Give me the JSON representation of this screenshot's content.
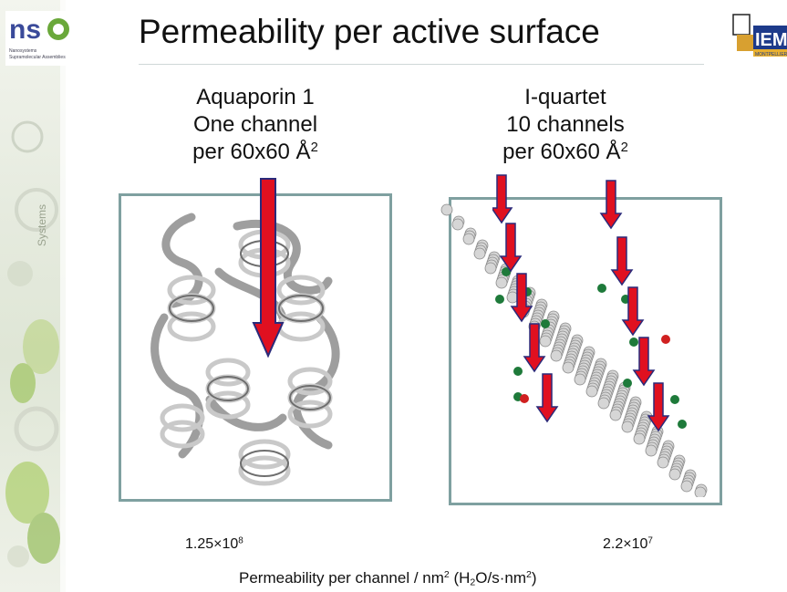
{
  "slide": {
    "title": "Permeability per active surface"
  },
  "logos": {
    "left_text": "nso",
    "left_subtext": "Nanosystems Supramolecular Assemblies",
    "right_text": "IEM",
    "right_subtext": "MONTPELLIER"
  },
  "left_panel": {
    "line1": "Aquaporin 1",
    "line2": "One channel",
    "line3_prefix": "per 60x60 Å",
    "line3_exp": "2",
    "permeability_mantissa": "1.25×10",
    "permeability_exp": "8"
  },
  "right_panel": {
    "line1": "I-quartet",
    "line2": "10 channels",
    "line3_prefix": "per 60x60 Å",
    "line3_exp": "2",
    "permeability_mantissa": "2.2×10",
    "permeability_exp": "7"
  },
  "caption": {
    "prefix": "Permeability per channel / nm",
    "exp1": "2",
    "mid1": " (H",
    "sub": "2",
    "mid2": "O/s·nm",
    "exp2": "2",
    "suffix": ")"
  },
  "colors": {
    "arrow_fill": "#e01020",
    "arrow_outline": "#2a2a7a",
    "frame": "#7fa0a0",
    "atom_green": "#1e7a3a"
  }
}
